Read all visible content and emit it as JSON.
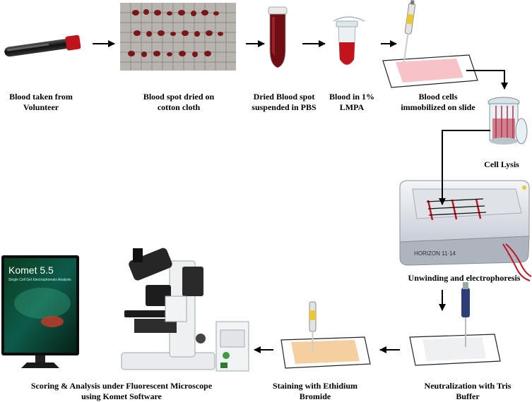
{
  "steps": [
    {
      "id": "blood-taken",
      "label_line1": "Blood taken from",
      "label_line2": "Volunteer"
    },
    {
      "id": "blood-spot-dried",
      "label_line1": "Blood spot dried on",
      "label_line2": "cotton cloth"
    },
    {
      "id": "dried-blood-spot-suspended",
      "label_line1": "Dried Blood spot",
      "label_line2": "suspended in PBS"
    },
    {
      "id": "blood-in-lmpa",
      "label_line1": "Blood in 1%",
      "label_line2": "LMPA"
    },
    {
      "id": "blood-cells-immobilized",
      "label_line1": "Blood cells",
      "label_line2": "immobilized on slide"
    },
    {
      "id": "cell-lysis",
      "label_line1": "Cell Lysis"
    },
    {
      "id": "unwinding-electrophoresis",
      "label_line1": "Unwinding and electrophoresis"
    },
    {
      "id": "neutralization",
      "label_line1": "Neutralization with Tris",
      "label_line2": "Buffer"
    },
    {
      "id": "staining",
      "label_line1": "Staining with Ethidium",
      "label_line2": "Bromide"
    },
    {
      "id": "scoring",
      "label_line1": "Scoring & Analysis under Fluorescent Microscope",
      "label_line2": "using Komet Software"
    }
  ],
  "device_texts": {
    "monitor_title": "Komet 5.5",
    "monitor_subtitle": "Single Cell Gel Electrophoresis Analysis",
    "gel_box_brand": "HORIZON 11·14"
  },
  "colors": {
    "blood_red": "#8b1010",
    "slide_pink": "#f7c2c8",
    "slide_orange": "#f6cfa0",
    "arrow": "#000000"
  }
}
